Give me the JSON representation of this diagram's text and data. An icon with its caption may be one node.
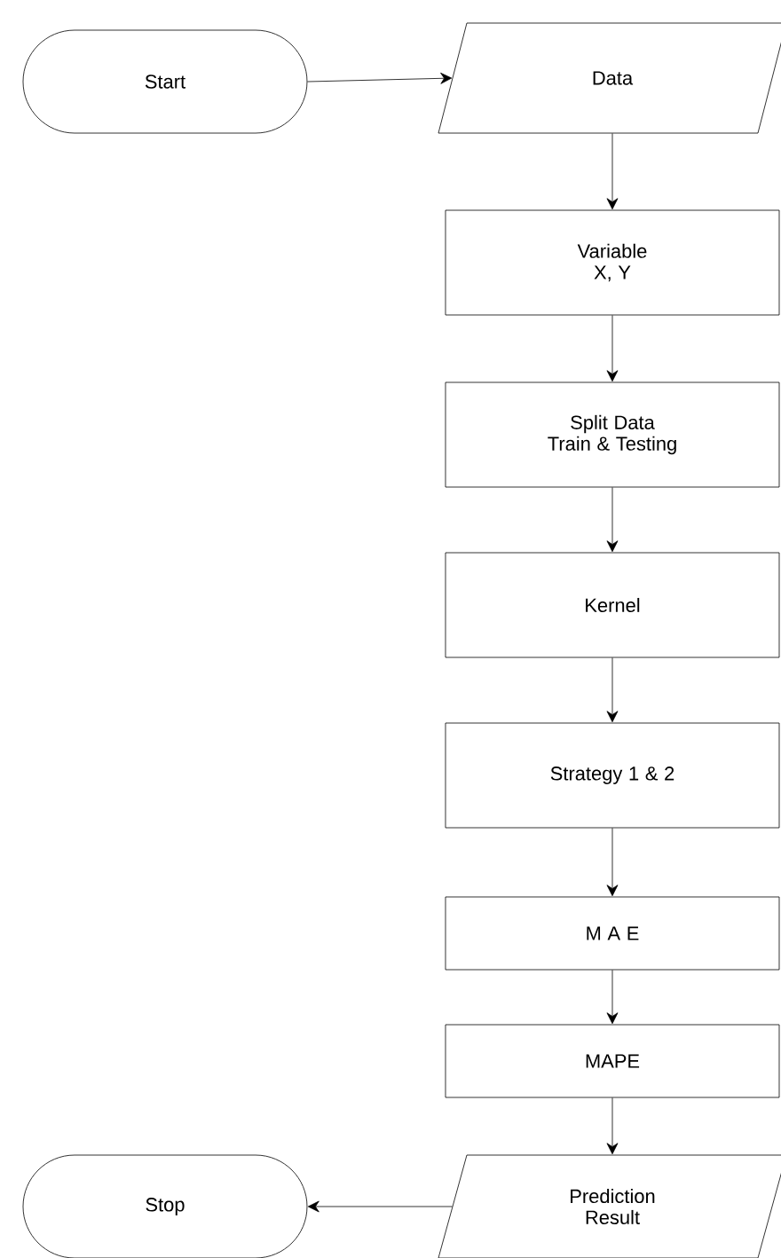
{
  "diagram": {
    "nodes": [
      {
        "text": [
          "Start"
        ]
      },
      {
        "text": [
          "Data"
        ]
      },
      {
        "text": [
          "Variable X, Y"
        ]
      },
      {
        "text": [
          "Split Data Train & Testing"
        ]
      },
      {
        "text": [
          "Kernel"
        ]
      },
      {
        "text": [
          "Strategy 1 & 2"
        ]
      },
      {
        "text": [
          "M A E"
        ]
      },
      {
        "text": [
          "MAPE"
        ]
      },
      {
        "text": [
          "Prediction Result"
        ]
      },
      {
        "text": [
          "Stop"
        ]
      }
    ],
    "edges": [
      {
        "from": 0,
        "to": 1,
        "arrow": "to"
      },
      {
        "from": 1,
        "to": 2,
        "arrow": "to"
      },
      {
        "from": 2,
        "to": 3,
        "arrow": "to"
      },
      {
        "from": 3,
        "to": 4,
        "arrow": "to"
      },
      {
        "from": 4,
        "to": 5,
        "arrow": "to"
      },
      {
        "from": 5,
        "to": 6,
        "arrow": "to"
      },
      {
        "from": 6,
        "to": 7,
        "arrow": "to"
      },
      {
        "from": 7,
        "to": 8,
        "arrow": "to"
      },
      {
        "from": 8,
        "to": 9,
        "arrow": "to"
      }
    ]
  }
}
